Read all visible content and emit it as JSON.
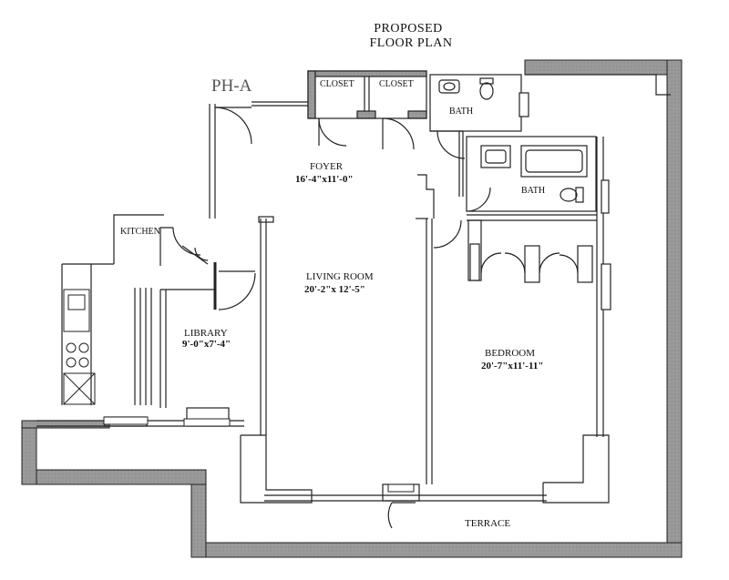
{
  "title": {
    "line1": "PROPOSED",
    "line2": "FLOOR PLAN"
  },
  "unit_label": "PH-A",
  "rooms": {
    "closet_1": "CLOSET",
    "closet_2": "CLOSET",
    "bath_1": "BATH",
    "bath_2": "BATH",
    "foyer": "FOYER",
    "foyer_dim": "16'-4\"x11'-0\"",
    "kitchen": "KITCHEN",
    "living": "LIVING ROOM",
    "living_dim": "20'-2\"x 12'-5\"",
    "library": "LIBRARY",
    "library_dim": "9'-0\"x7'-4\"",
    "bedroom": "BEDROOM",
    "bedroom_dim": "20'-7\"x11'-11\"",
    "terrace": "TERRACE"
  },
  "colors": {
    "wall": "#9a9a9a",
    "line": "#222222",
    "background": "#ffffff"
  }
}
